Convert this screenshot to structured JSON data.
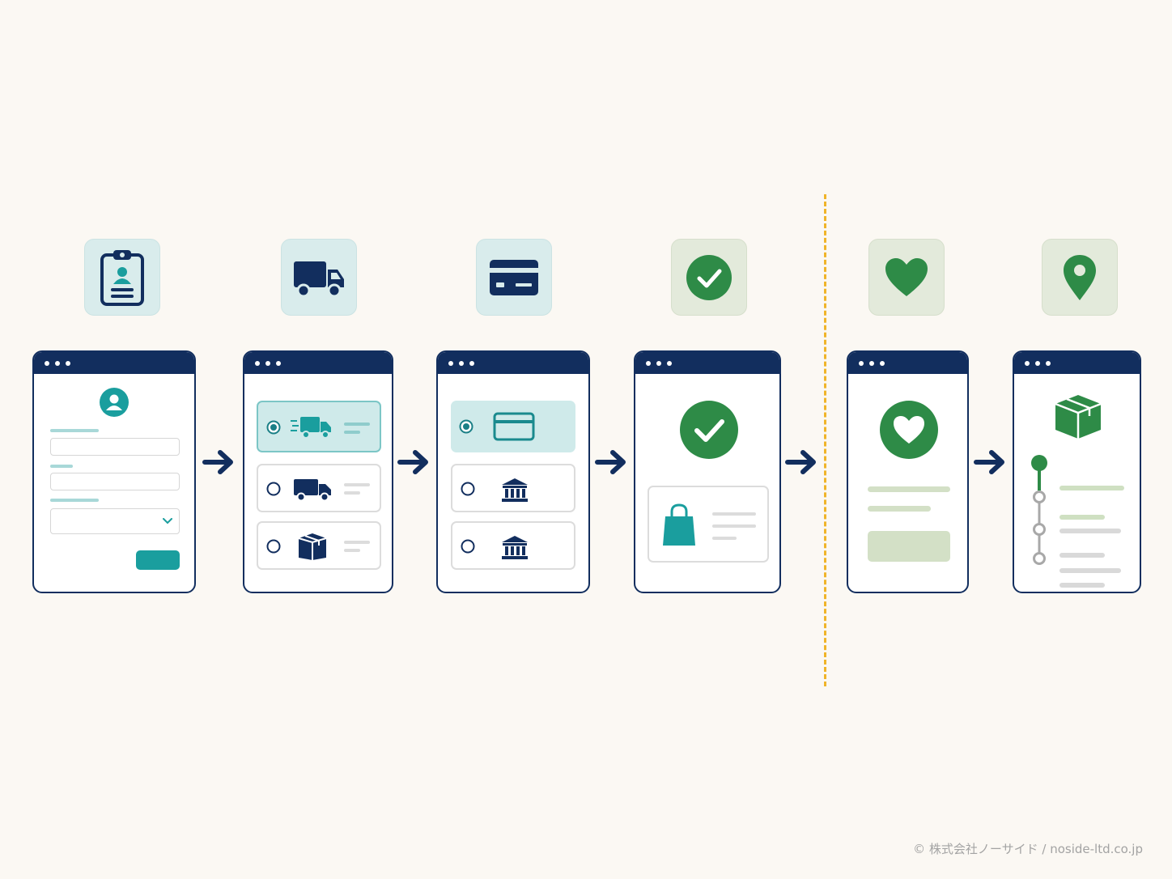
{
  "steps": [
    {
      "name": "customer-info",
      "tile_icon": "clipboard-user-icon",
      "tile_color": "#d9ecec"
    },
    {
      "name": "shipping",
      "tile_icon": "truck-icon",
      "tile_color": "#d9ecec"
    },
    {
      "name": "payment",
      "tile_icon": "credit-card-icon",
      "tile_color": "#d9ecec"
    },
    {
      "name": "confirmation",
      "tile_icon": "check-circle-icon",
      "tile_color": "#e3eadb"
    },
    {
      "name": "thank-you",
      "tile_icon": "heart-icon",
      "tile_color": "#e3eadb"
    },
    {
      "name": "tracking",
      "tile_icon": "location-pin-icon",
      "tile_color": "#e3eadb"
    }
  ],
  "shipping_options": [
    "fast-truck-icon",
    "truck-icon",
    "box-icon"
  ],
  "payment_options": [
    "credit-card-icon",
    "bank-icon",
    "bank-icon"
  ],
  "colors": {
    "navy": "#122e5e",
    "teal": "#1a9e9e",
    "green": "#2e8b47",
    "divider": "#f0b429",
    "background": "#fbf8f3"
  },
  "footer": {
    "credit": "© 株式会社ノーサイド / noside-ltd.co.jp"
  }
}
